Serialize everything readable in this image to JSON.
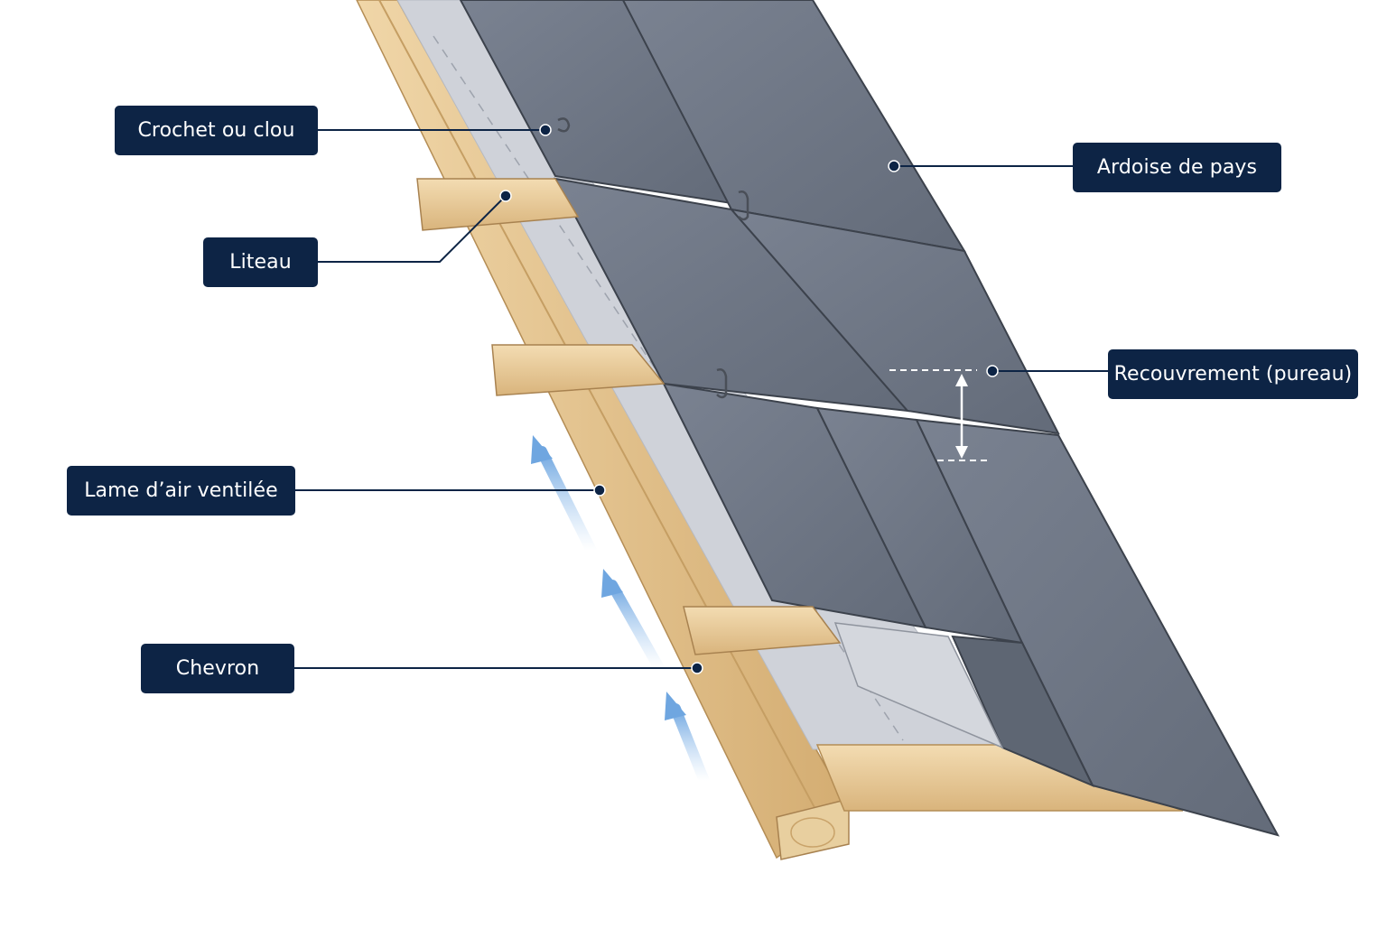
{
  "labels": {
    "hook": "Crochet ou clou",
    "batten": "Liteau",
    "air_gap": "Lame d’air ventilée",
    "rafter": "Chevron",
    "slate": "Ardoise de pays",
    "overlap": "Recouvrement (pureau)"
  },
  "colors": {
    "label_bg": "#0d2445",
    "label_text": "#ffffff",
    "slate": "#6f7785",
    "slate_edge": "#3c424c",
    "wood": "#e6c795",
    "wood_dark": "#c9a36a",
    "membrane": "#c9ccd3",
    "airflow": "#7fb3e8"
  }
}
